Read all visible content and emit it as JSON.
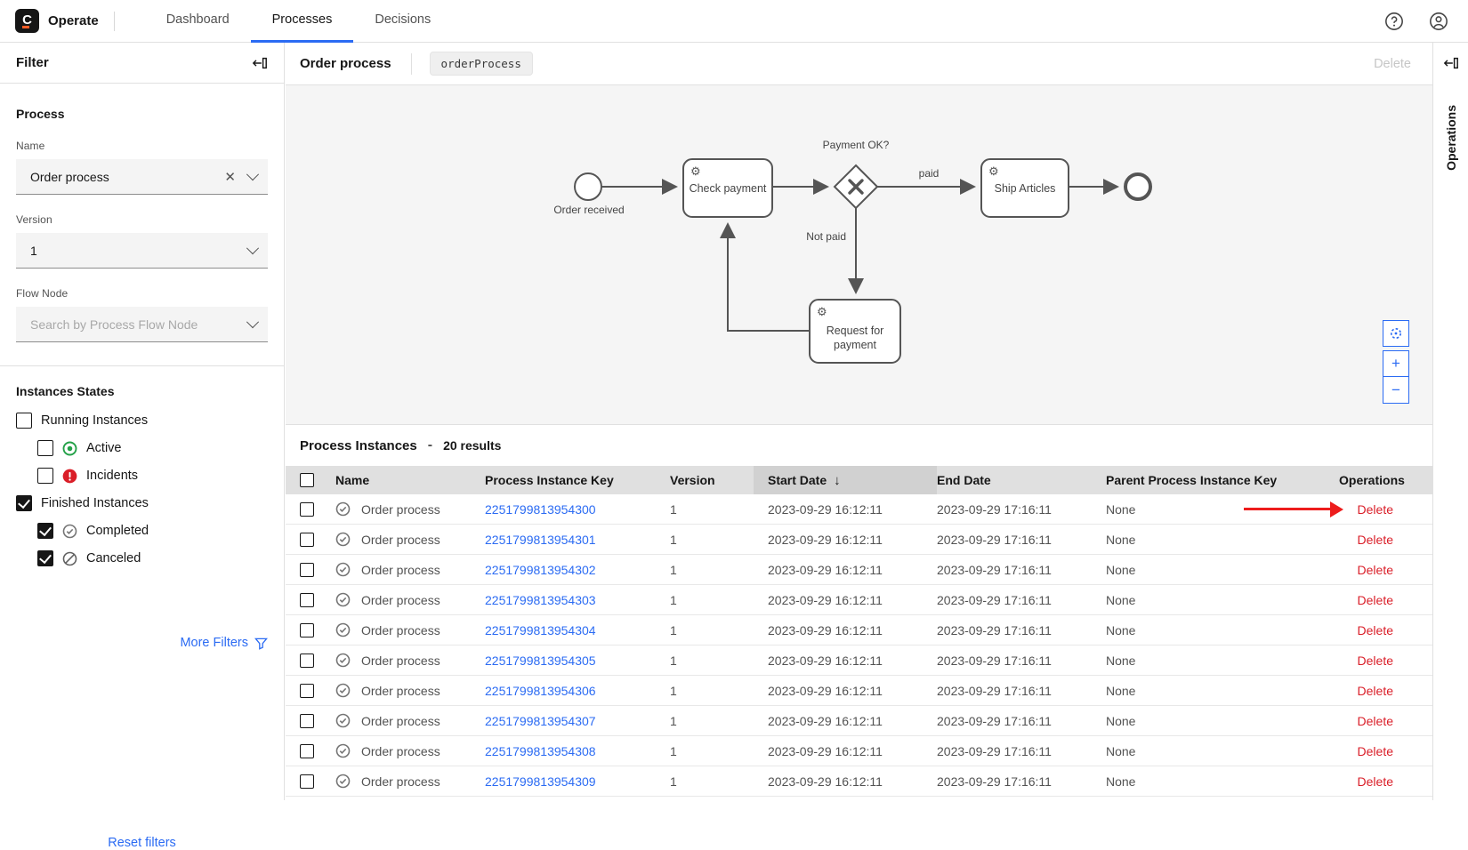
{
  "header": {
    "logo_letter": "C",
    "brand": "Operate",
    "tabs": [
      {
        "label": "Dashboard",
        "active": false
      },
      {
        "label": "Processes",
        "active": true
      },
      {
        "label": "Decisions",
        "active": false
      }
    ]
  },
  "filter_panel": {
    "title": "Filter",
    "process": {
      "title": "Process",
      "name_label": "Name",
      "name_value": "Order process",
      "version_label": "Version",
      "version_value": "1",
      "flow_node_label": "Flow Node",
      "flow_node_placeholder": "Search by Process Flow Node"
    },
    "instances_states": {
      "title": "Instances States",
      "items": [
        {
          "label": "Running Instances",
          "checked": false,
          "icon": "none"
        },
        {
          "label": "Active",
          "checked": false,
          "icon": "active"
        },
        {
          "label": "Incidents",
          "checked": false,
          "icon": "incident"
        },
        {
          "label": "Finished Instances",
          "checked": true,
          "icon": "none"
        },
        {
          "label": "Completed",
          "checked": true,
          "icon": "completed"
        },
        {
          "label": "Canceled",
          "checked": true,
          "icon": "canceled"
        }
      ]
    },
    "more_filters": "More Filters",
    "reset_filters": "Reset filters"
  },
  "process_header": {
    "title": "Order process",
    "badge": "orderProcess",
    "delete_label": "Delete"
  },
  "diagram": {
    "start_label": "Order received",
    "task_check": "Check payment",
    "gateway_label": "Payment OK?",
    "paid_label": "paid",
    "not_paid_label": "Not paid",
    "task_ship": "Ship Articles",
    "task_request_line1": "Request for",
    "task_request_line2": "payment"
  },
  "instances_section": {
    "title": "Process Instances",
    "dash": "-",
    "results": "20 results",
    "columns": {
      "name": "Name",
      "key": "Process Instance Key",
      "version": "Version",
      "start": "Start Date",
      "end": "End Date",
      "parent": "Parent Process Instance Key",
      "operations": "Operations"
    },
    "sort_arrow": "↓",
    "rows": [
      {
        "name": "Order process",
        "key": "2251799813954300",
        "version": "1",
        "start": "2023-09-29 16:12:11",
        "end": "2023-09-29 17:16:11",
        "parent": "None",
        "operation": "Delete"
      },
      {
        "name": "Order process",
        "key": "2251799813954301",
        "version": "1",
        "start": "2023-09-29 16:12:11",
        "end": "2023-09-29 17:16:11",
        "parent": "None",
        "operation": "Delete"
      },
      {
        "name": "Order process",
        "key": "2251799813954302",
        "version": "1",
        "start": "2023-09-29 16:12:11",
        "end": "2023-09-29 17:16:11",
        "parent": "None",
        "operation": "Delete"
      },
      {
        "name": "Order process",
        "key": "2251799813954303",
        "version": "1",
        "start": "2023-09-29 16:12:11",
        "end": "2023-09-29 17:16:11",
        "parent": "None",
        "operation": "Delete"
      },
      {
        "name": "Order process",
        "key": "2251799813954304",
        "version": "1",
        "start": "2023-09-29 16:12:11",
        "end": "2023-09-29 17:16:11",
        "parent": "None",
        "operation": "Delete"
      },
      {
        "name": "Order process",
        "key": "2251799813954305",
        "version": "1",
        "start": "2023-09-29 16:12:11",
        "end": "2023-09-29 17:16:11",
        "parent": "None",
        "operation": "Delete"
      },
      {
        "name": "Order process",
        "key": "2251799813954306",
        "version": "1",
        "start": "2023-09-29 16:12:11",
        "end": "2023-09-29 17:16:11",
        "parent": "None",
        "operation": "Delete"
      },
      {
        "name": "Order process",
        "key": "2251799813954307",
        "version": "1",
        "start": "2023-09-29 16:12:11",
        "end": "2023-09-29 17:16:11",
        "parent": "None",
        "operation": "Delete"
      },
      {
        "name": "Order process",
        "key": "2251799813954308",
        "version": "1",
        "start": "2023-09-29 16:12:11",
        "end": "2023-09-29 17:16:11",
        "parent": "None",
        "operation": "Delete"
      },
      {
        "name": "Order process",
        "key": "2251799813954309",
        "version": "1",
        "start": "2023-09-29 16:12:11",
        "end": "2023-09-29 17:16:11",
        "parent": "None",
        "operation": "Delete"
      }
    ]
  },
  "operations_panel": {
    "title": "Operations"
  },
  "colors": {
    "accent_blue": "#2b6bf3",
    "danger_red": "#da1e28",
    "annotation_red": "#ed1c1c"
  }
}
